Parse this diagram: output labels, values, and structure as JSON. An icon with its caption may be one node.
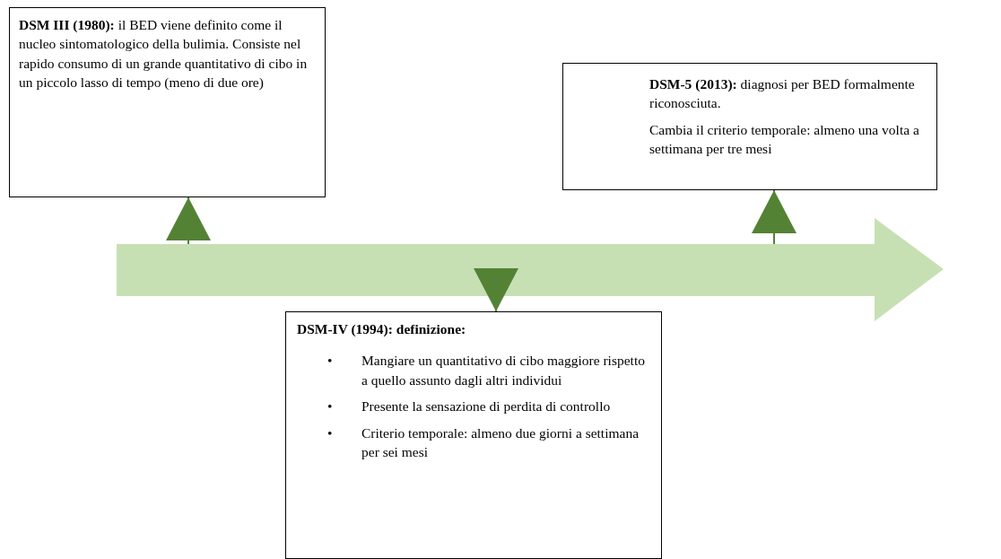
{
  "diagram": {
    "nodes": [
      {
        "text": [
          "**DSM III (1980):** il BED viene definito come il nucleo sintomatologico della bulimia. Consiste nel rapido consumo di un grande quantitativo di cibo in un piccolo lasso di tempo (meno di due ore)"
        ]
      },
      {
        "text": [
          "**DSM-5 (2013):** diagnosi per BED formalmente riconosciuta.",
          "Cambia il criterio temporale: almeno una volta a settimana per tre mesi"
        ]
      },
      {
        "text": [],
        "shape": "arrow"
      },
      {
        "text": [
          "DSM-IV (1994): definizione:",
          "Mangiare un quantitativo di cibo maggiore rispetto a quello assunto dagli altri individui",
          "Presente la sensazione di perdita di controllo",
          "Criterio temporale: almeno due giorni a settimana per sei mesi"
        ]
      }
    ],
    "edges": [
      {
        "from": 2,
        "to": 0,
        "arrow": "to"
      },
      {
        "from": 2,
        "to": 1,
        "arrow": "to"
      },
      {
        "from": 2,
        "to": 3,
        "arrow": "to"
      }
    ],
    "labels": [
      "•",
      "•",
      "•"
    ]
  }
}
